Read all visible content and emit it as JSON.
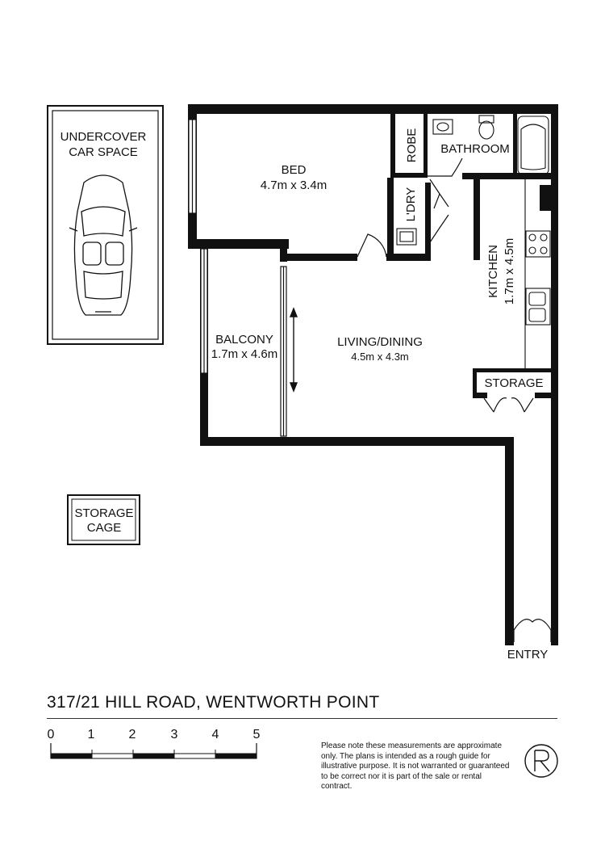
{
  "rooms": {
    "car_space": {
      "line1": "UNDERCOVER",
      "line2": "CAR SPACE"
    },
    "bed": {
      "name": "BED",
      "size": "4.7m x 3.4m"
    },
    "robe": {
      "name": "ROBE"
    },
    "bathroom": {
      "name": "BATHROOM"
    },
    "laundry": {
      "name": "L'DRY"
    },
    "kitchen": {
      "name": "KITCHEN",
      "size": "1.7m x 4.5m"
    },
    "balcony": {
      "name": "BALCONY",
      "size": "1.7m x 4.6m"
    },
    "living": {
      "name": "LIVING/DINING",
      "size": "4.5m x 4.3m"
    },
    "storage": {
      "name": "STORAGE"
    },
    "storage_cage": {
      "line1": "STORAGE",
      "line2": "CAGE"
    },
    "entry": {
      "name": "ENTRY"
    }
  },
  "address": "317/21 HILL ROAD, WENTWORTH POINT",
  "scale": {
    "ticks": [
      "0",
      "1",
      "2",
      "3",
      "4",
      "5"
    ]
  },
  "disclaimer": "Please note these measurements are approximate only. The plans is intended as a rough guide for illustrative purpose. It is not warranted or guaranteed to be correct nor it is part of the sale or rental contract.",
  "colors": {
    "wall": "#111111",
    "background": "#ffffff"
  }
}
